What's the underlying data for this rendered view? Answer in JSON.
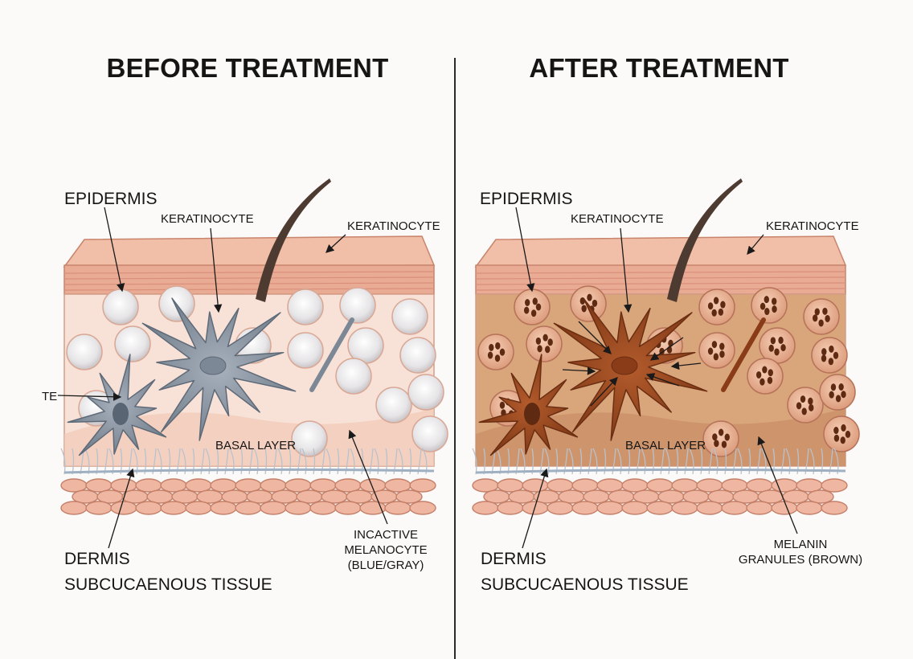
{
  "panels": [
    {
      "title": "BEFORE TREATMENT",
      "labels": {
        "epidermis": "EPIDERMIS",
        "keratinocyte_left": "KERATINOCYTE",
        "keratinocyte_right": "KERATINOCYTE",
        "cut_label": "TE",
        "basal_layer": "BASAL LAYER",
        "dermis": "DERMIS",
        "subcutaneous": "SUBCUCAENOUS TISSUE",
        "inactive_line1": "INCACTIVE",
        "inactive_line2": "MELANOCYTE",
        "inactive_line3": "(BLUE/GRAY)"
      }
    },
    {
      "title": "AFTER TREATMENT",
      "labels": {
        "epidermis": "EPIDERMIS",
        "keratinocyte_left": "KERATINOCYTE",
        "keratinocyte_right": "KERATINOCYTE",
        "basal_layer": "BASAL LAYER",
        "dermis": "DERMIS",
        "subcutaneous": "SUBCUCAENOUS TISSUE",
        "melanin_line1": "MELANIN",
        "melanin_line2": "GRANULES (BROWN)"
      }
    }
  ],
  "colors": {
    "skin_top": "#e9ab94",
    "skin_stratum": "#d98f7a",
    "epidermis_before": "#f8e2d8",
    "epidermis_after": "#d9a57a",
    "fat_cell": "#efb7a2",
    "melanocyte_inactive": "#8894a2",
    "melanocyte_active": "#9a4a22",
    "melanin_granule": "#5e2a12",
    "hair": "#4d3a30"
  }
}
